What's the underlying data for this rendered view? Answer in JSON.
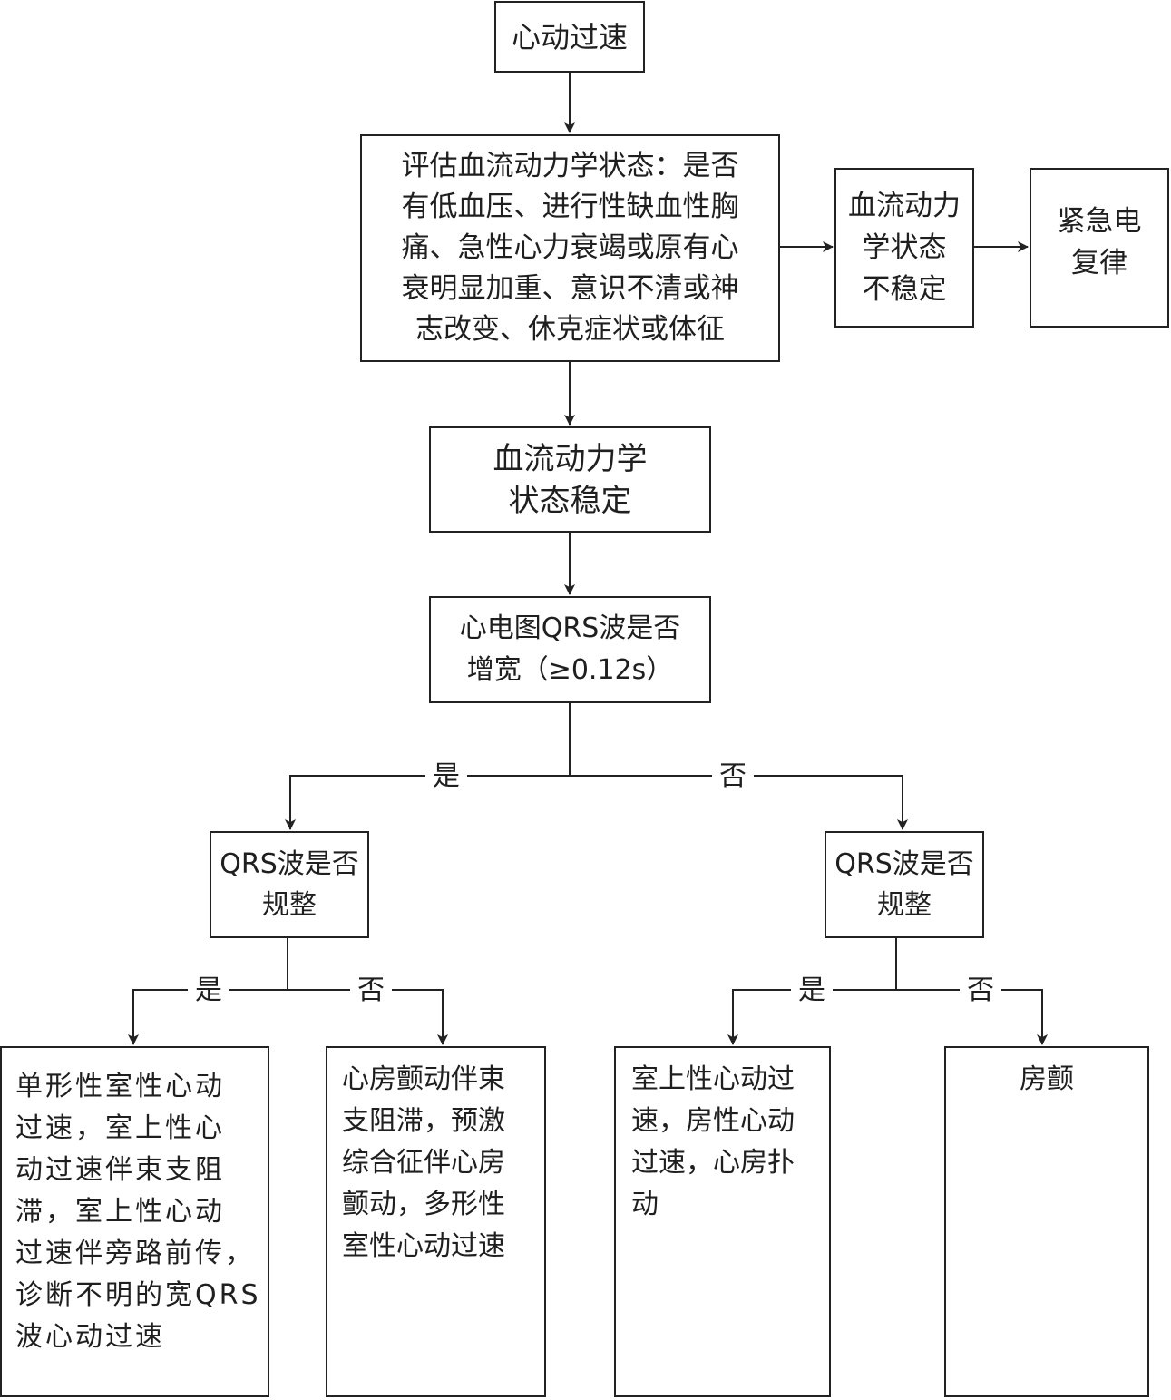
{
  "diagram": {
    "type": "flowchart",
    "colors": {
      "stroke": "#222222",
      "text": "#1f1f1f",
      "background": "#ffffff"
    },
    "nodes": {
      "start": {
        "text": "心动过速"
      },
      "assess": {
        "text": "评估血流动力学状态：是否\n有低血压、进行性缺血性胸\n痛、急性心力衰竭或原有心\n衰明显加重、意识不清或神\n志改变、休克症状或体征"
      },
      "unstable": {
        "text": "血流动力\n学状态\n不稳定"
      },
      "cardioversion": {
        "text": "紧急电\n复律"
      },
      "stable": {
        "text": "血流动力学\n状态稳定"
      },
      "qrs_wide": {
        "text": "心电图QRS波是否\n增宽（≥0.12s）"
      },
      "qrs_regular_left": {
        "text": "QRS波是否\n规整"
      },
      "qrs_regular_right": {
        "text": "QRS波是否\n规整"
      },
      "leaf1": {
        "text": "单形性室性心动\n过速，室上性心\n动过速伴束支阻\n滞，室上性心动\n过速伴旁路前传，\n诊断不明的宽QRS\n波心动过速"
      },
      "leaf2": {
        "text": "心房颤动伴束\n支阻滞，预激\n综合征伴心房\n颤动，多形性\n室性心动过速"
      },
      "leaf3": {
        "text": "室上性心动过\n速，房性心动\n过速，心房扑\n动"
      },
      "leaf4": {
        "text": "房颤"
      }
    },
    "edge_labels": {
      "wide_yes": "是",
      "wide_no": "否",
      "left_yes": "是",
      "left_no": "否",
      "right_yes": "是",
      "right_no": "否"
    },
    "edges": [
      {
        "from": "start",
        "to": "assess"
      },
      {
        "from": "assess",
        "to": "unstable"
      },
      {
        "from": "unstable",
        "to": "cardioversion"
      },
      {
        "from": "assess",
        "to": "stable"
      },
      {
        "from": "stable",
        "to": "qrs_wide"
      },
      {
        "from": "qrs_wide",
        "to": "qrs_regular_left",
        "label": "是"
      },
      {
        "from": "qrs_wide",
        "to": "qrs_regular_right",
        "label": "否"
      },
      {
        "from": "qrs_regular_left",
        "to": "leaf1",
        "label": "是"
      },
      {
        "from": "qrs_regular_left",
        "to": "leaf2",
        "label": "否"
      },
      {
        "from": "qrs_regular_right",
        "to": "leaf3",
        "label": "是"
      },
      {
        "from": "qrs_regular_right",
        "to": "leaf4",
        "label": "否"
      }
    ]
  }
}
